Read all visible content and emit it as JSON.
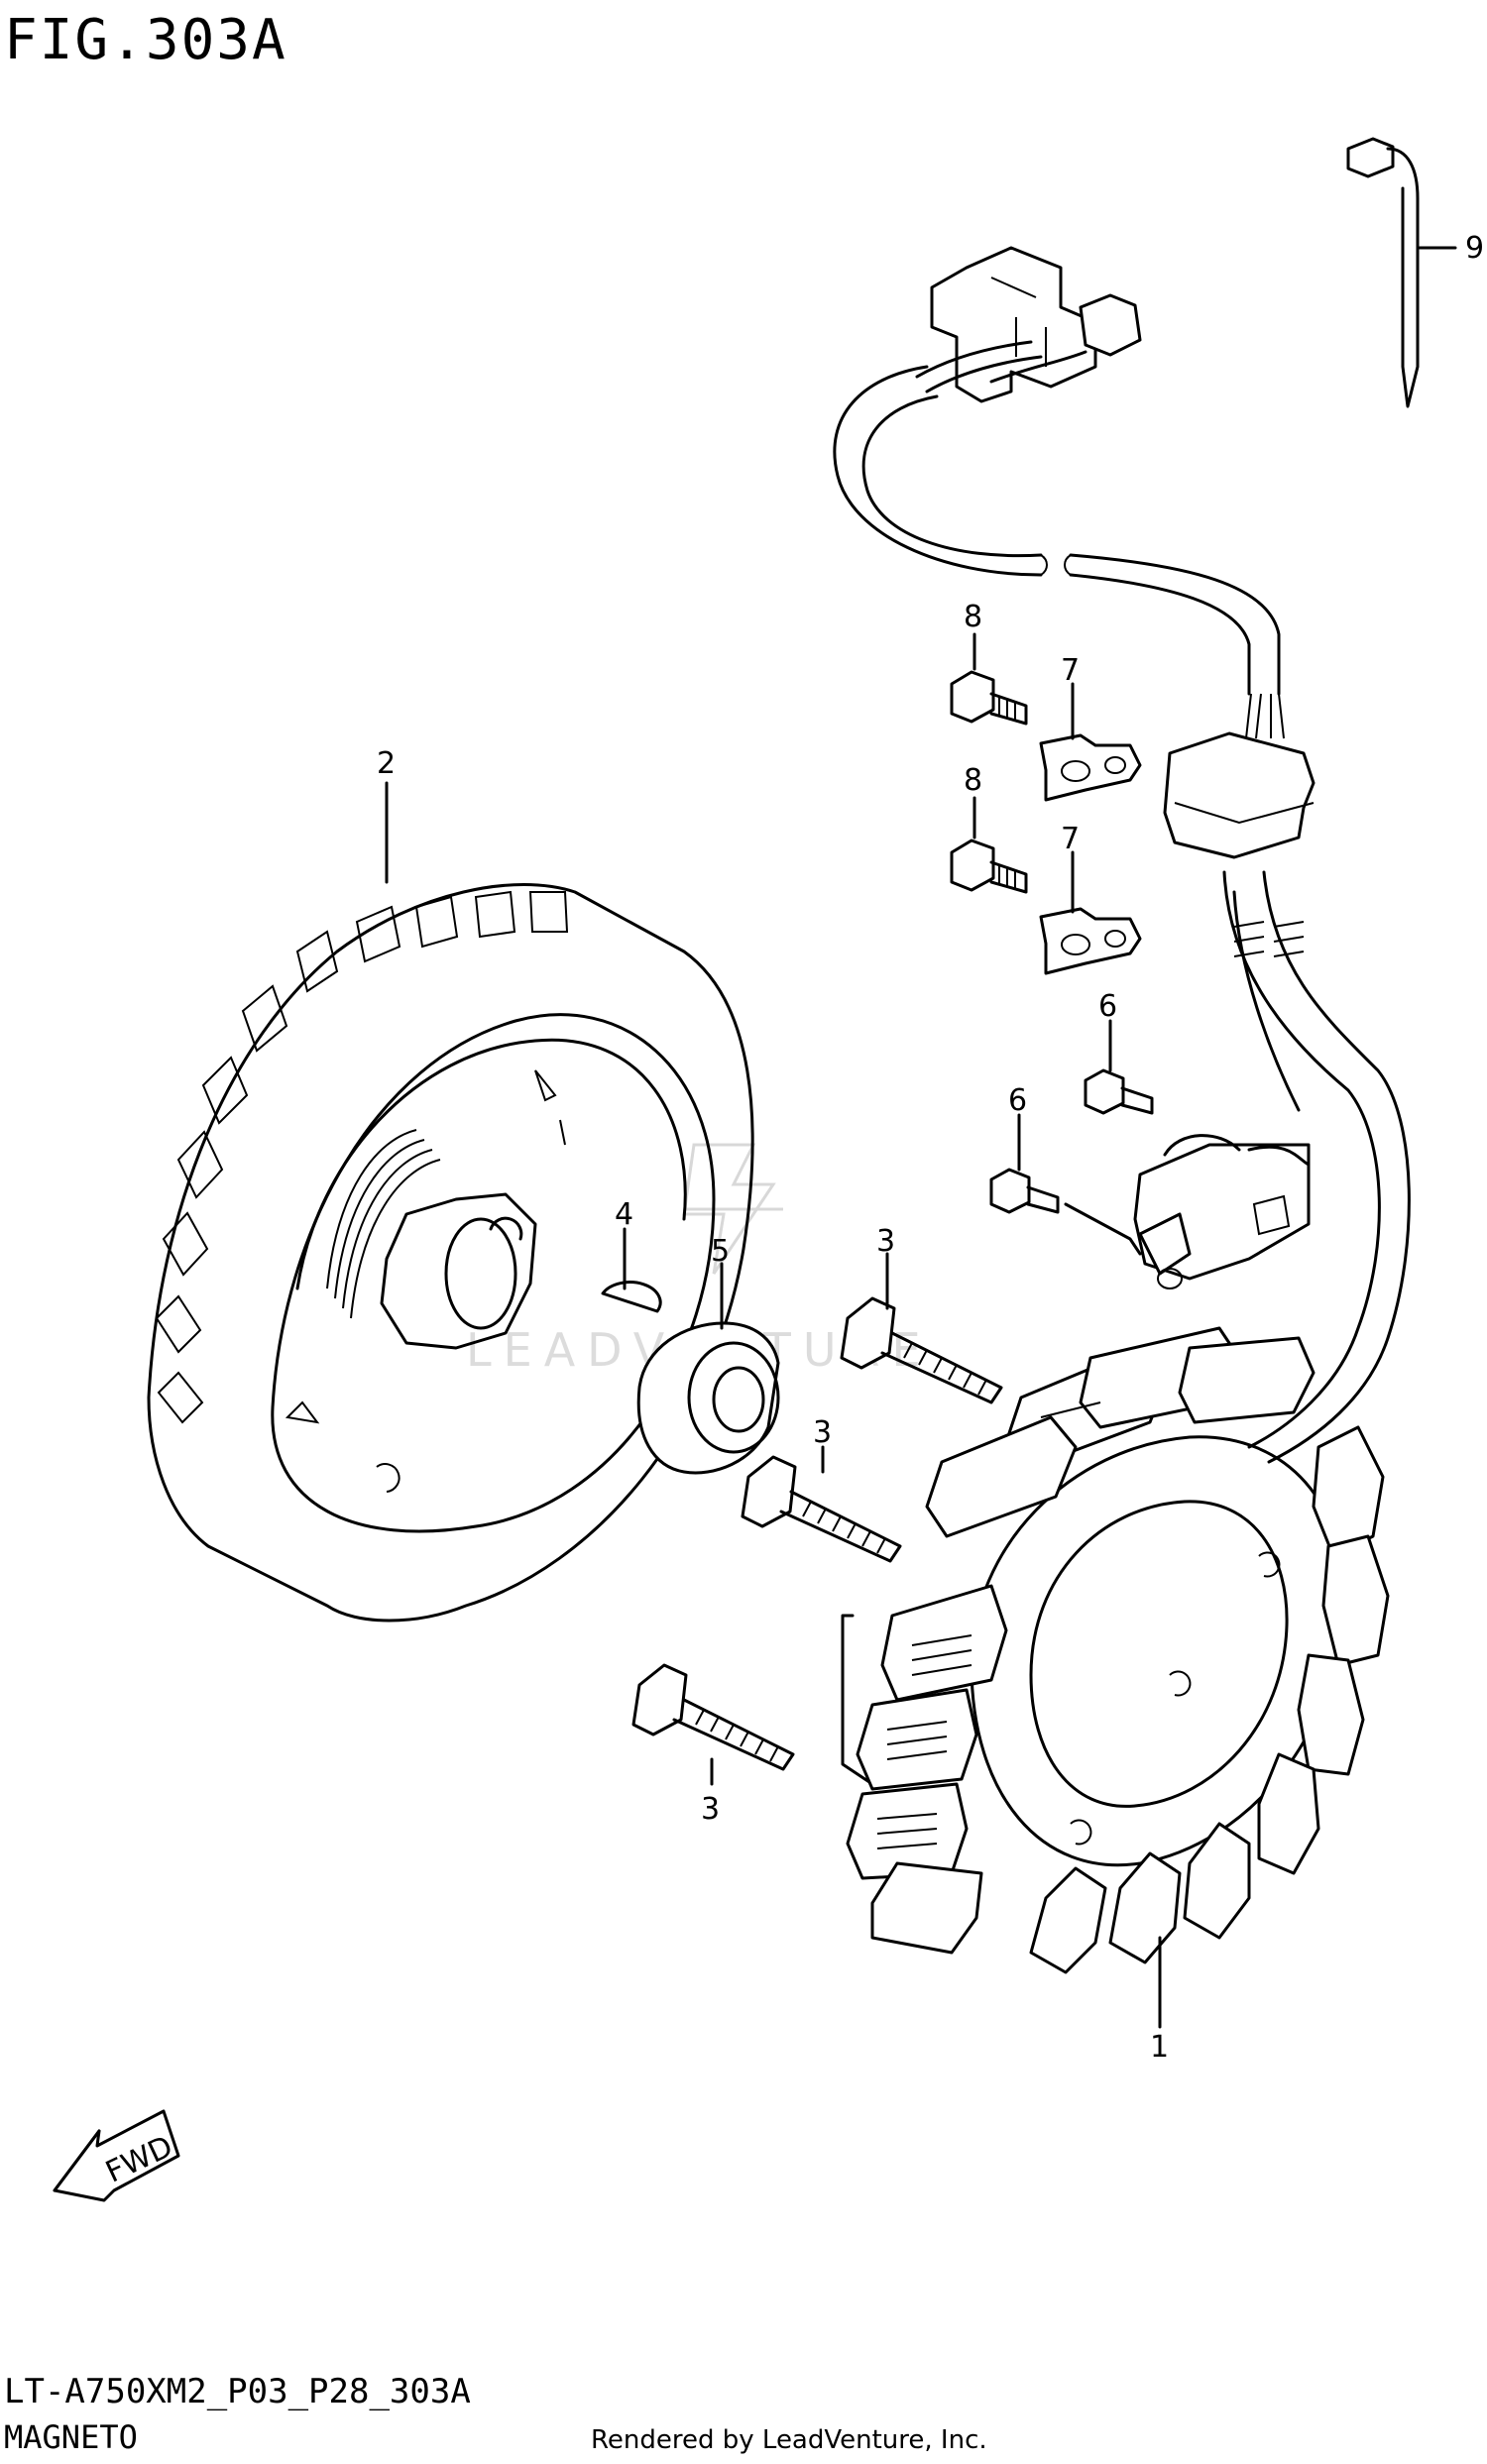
{
  "figure": {
    "title": "FIG.303A",
    "model_code": "LT-A750XM2_P03_P28_303A",
    "section_name": "MAGNETO",
    "render_credit": "Rendered by LeadVenture, Inc.",
    "fwd_label": "FWD"
  },
  "callouts": [
    "1",
    "2",
    "3",
    "3",
    "3",
    "4",
    "5",
    "6",
    "6",
    "7",
    "7",
    "8",
    "8",
    "9"
  ],
  "parts": [
    {
      "ref": "1",
      "name": "stator-coil"
    },
    {
      "ref": "2",
      "name": "rotor-flywheel"
    },
    {
      "ref": "3",
      "name": "stator-bolt"
    },
    {
      "ref": "4",
      "name": "woodruff-key"
    },
    {
      "ref": "5",
      "name": "rotor-nut"
    },
    {
      "ref": "6",
      "name": "pickup-screw"
    },
    {
      "ref": "7",
      "name": "wire-clamp"
    },
    {
      "ref": "8",
      "name": "clamp-bolt"
    },
    {
      "ref": "9",
      "name": "cable-tie"
    }
  ]
}
